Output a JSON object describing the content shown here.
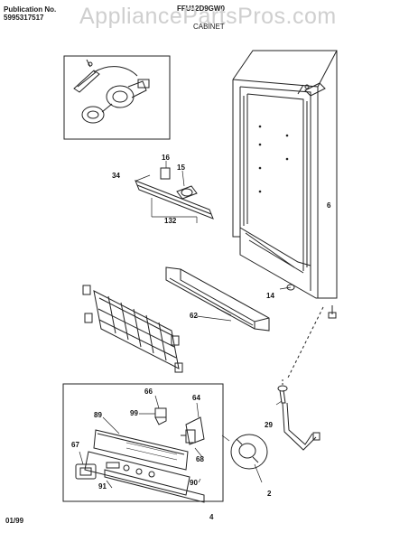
{
  "header": {
    "publication_label": "Publication No.",
    "publication_number": "5995317517",
    "model": "FFU12D9GW0",
    "section": "CABINET"
  },
  "watermark": "AppliancePartsPros.com",
  "footer": {
    "date": "01/99",
    "page": "4"
  },
  "part_labels": {
    "p2": "2",
    "p6": "6",
    "p14": "14",
    "p15": "15",
    "p16": "16",
    "p29": "29",
    "p34": "34",
    "p62": "62",
    "p64": "64",
    "p66": "66",
    "p67": "67",
    "p68": "68",
    "p89": "89",
    "p90": "90",
    "p91": "91",
    "p99": "99",
    "p132": "132"
  }
}
